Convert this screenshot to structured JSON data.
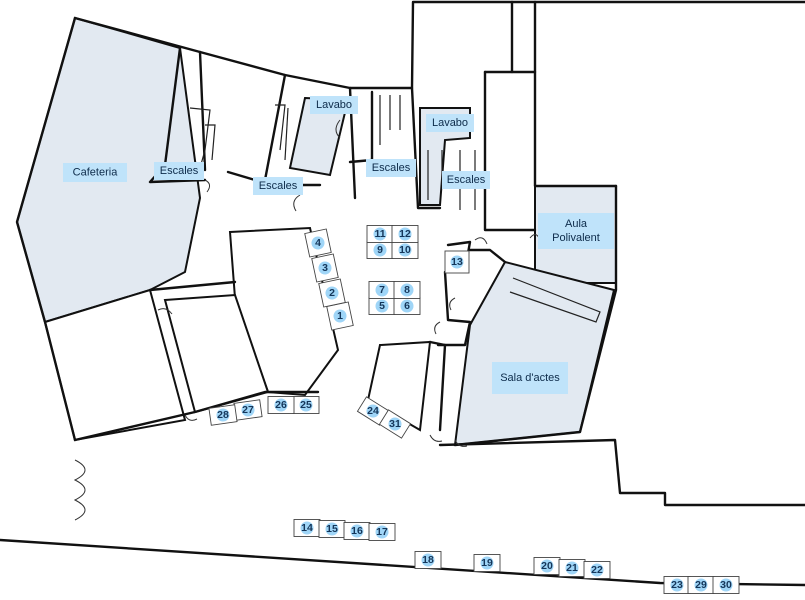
{
  "rooms": [
    {
      "id": "cafeteria",
      "label": "Cafeteria"
    },
    {
      "id": "escales-1",
      "label": "Escales"
    },
    {
      "id": "escales-2",
      "label": "Escales"
    },
    {
      "id": "lavabo-1",
      "label": "Lavabo"
    },
    {
      "id": "escales-3",
      "label": "Escales"
    },
    {
      "id": "lavabo-2",
      "label": "Lavabo"
    },
    {
      "id": "escales-4",
      "label": "Escales"
    },
    {
      "id": "aula-polivalent",
      "label": "Aula Polivalent"
    },
    {
      "id": "sala-actes",
      "label": "Sala d'actes"
    }
  ],
  "stands": [
    "1",
    "2",
    "3",
    "4",
    "5",
    "6",
    "7",
    "8",
    "9",
    "10",
    "11",
    "12",
    "13",
    "14",
    "15",
    "16",
    "17",
    "18",
    "19",
    "20",
    "21",
    "22",
    "23",
    "24",
    "25",
    "26",
    "27",
    "28",
    "29",
    "30",
    "31"
  ],
  "colors": {
    "room_fill": "#e2e9f1",
    "label_fill": "#bfe3fa",
    "stand_fill": "#9fd5f7",
    "wall": "#111111"
  }
}
